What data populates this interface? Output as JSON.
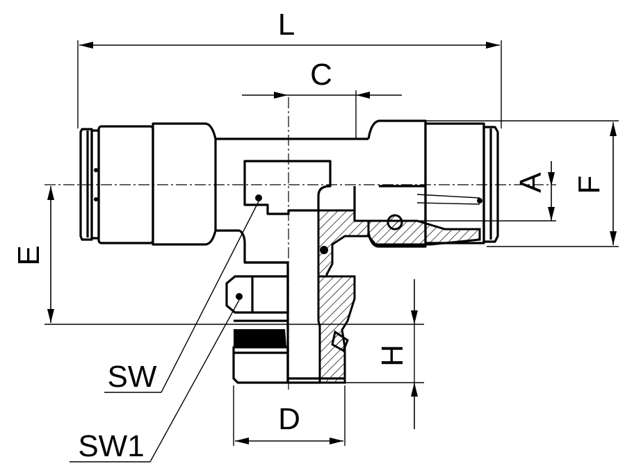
{
  "dimensions": {
    "L": "L",
    "C": "C",
    "A": "A",
    "F": "F",
    "E": "E",
    "H": "H",
    "D": "D"
  },
  "callouts": {
    "sw": "SW",
    "sw1": "SW1"
  },
  "colors": {
    "line": "#000000",
    "background": "#ffffff"
  }
}
